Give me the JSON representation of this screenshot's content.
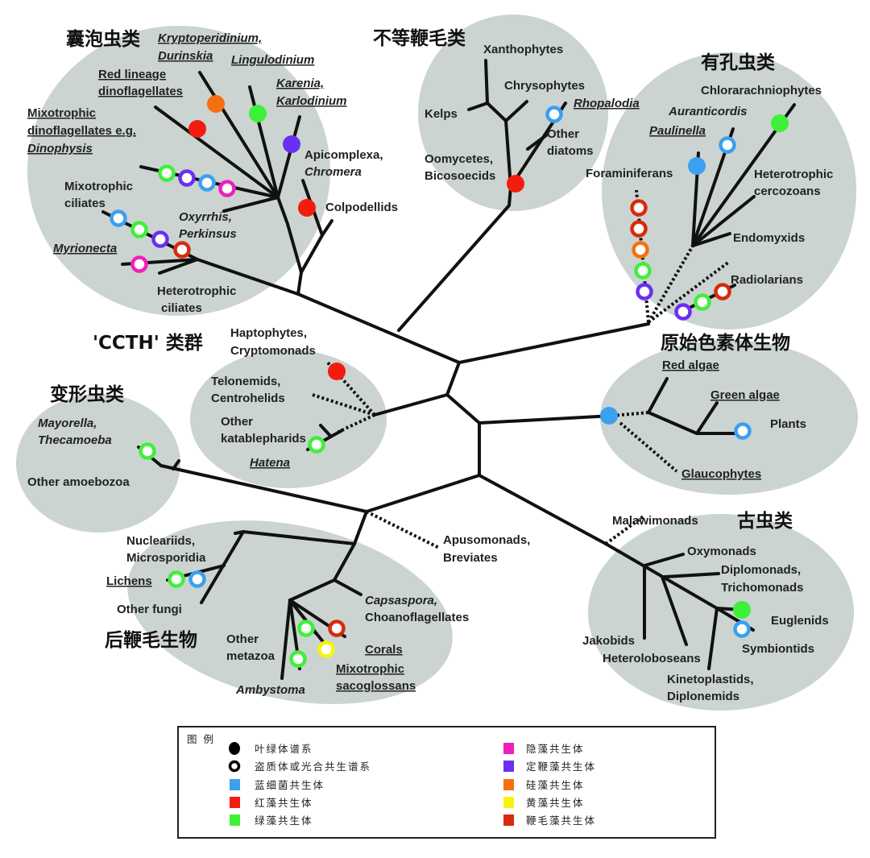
{
  "colors": {
    "cyanobacteria": "#3aa0ef",
    "red_algae": "#f41b10",
    "green_algae": "#3ff03a",
    "cryptophyte": "#f01fbe",
    "dinoflagellate": "#6a2ff0",
    "diatom": "#f56f10",
    "yellow": "#f5f510",
    "flagellate": "#d82a0c",
    "group_fill": "#cbd4d0"
  },
  "groups": {
    "alveolates": {
      "title": "囊泡虫类",
      "labels": [
        "Kryptoperidinium,",
        "Durinskia",
        "Lingulodinium",
        "Red lineage",
        "dinoflagellates",
        "Mixotrophic",
        "dinoflagellates e.g.",
        "Dinophysis",
        "Karenia,",
        "Karlodinium",
        "Apicomplexa,",
        "Chromera",
        "Colpodellids",
        "Mixotrophic",
        "ciliates",
        "Oxyrrhis,",
        "Perkinsus",
        "Myrionecta",
        "Heterotrophic",
        "ciliates"
      ]
    },
    "stramenopiles": {
      "title": "不等鞭毛类",
      "labels": [
        "Xanthophytes",
        "Chrysophytes",
        "Rhopalodia",
        "Kelps",
        "Other",
        "diatoms",
        "Oomycetes,",
        "Bicosoecids"
      ]
    },
    "rhizaria": {
      "title": "有孔虫类",
      "labels": [
        "Chlorarachniophytes",
        "Auranticordis",
        "Paulinella",
        "Foraminiferans",
        "Heterotrophic",
        "cercozoans",
        "Endomyxids",
        "Radiolarians"
      ]
    },
    "ccth": {
      "title": "'CCTH' 类群",
      "labels": [
        "Haptophytes,",
        "Cryptomonads",
        "Telonemids,",
        "Centrohelids",
        "Other",
        "katablepharids",
        "Hatena"
      ]
    },
    "amoebozoa": {
      "title": "变形虫类",
      "labels": [
        "Mayorella,",
        "Thecamoeba",
        "Other amoebozoa"
      ]
    },
    "archaeplastida": {
      "title": "原始色素体生物",
      "labels": [
        "Red algae",
        "Green algae",
        "Plants",
        "Glaucophytes"
      ]
    },
    "excavates": {
      "title": "古虫类",
      "labels": [
        "Malawimonads",
        "Oxymonads",
        "Diplomonads,",
        "Trichomonads",
        "Euglenids",
        "Symbiontids",
        "Jakobids",
        "Heteroloboseans",
        "Kinetoplastids,",
        "Diplonemids"
      ]
    },
    "opisthokonts": {
      "title": "后鞭毛生物",
      "labels": [
        "Nucleariids,",
        "Microsporidia",
        "Lichens",
        "Other fungi",
        "Capsaspora,",
        "Choanoflagellates",
        "Other",
        "metazoa",
        "Corals",
        "Mixotrophic",
        "sacoglossans",
        "Ambystoma"
      ]
    },
    "apusomonads": {
      "labels": [
        "Apusomonads,",
        "Breviates"
      ]
    }
  },
  "legend": {
    "title": "图 例",
    "items": [
      {
        "label": "叶绿体谱系",
        "symbol": "filled-circle",
        "color": "#000000"
      },
      {
        "label": "盗质体或光合共生谱系",
        "symbol": "ring",
        "color": "#000000"
      },
      {
        "label": "蓝细菌共生体",
        "symbol": "square",
        "color": "#3aa0ef"
      },
      {
        "label": "红藻共生体",
        "symbol": "square",
        "color": "#f41b10"
      },
      {
        "label": "绿藻共生体",
        "symbol": "square",
        "color": "#3ff03a"
      },
      {
        "label": "隐藻共生体",
        "symbol": "square",
        "color": "#f01fbe"
      },
      {
        "label": "定鞭藻共生体",
        "symbol": "square",
        "color": "#6a2ff0"
      },
      {
        "label": "硅藻共生体",
        "symbol": "square",
        "color": "#f56f10"
      },
      {
        "label": "黄藻共生体",
        "symbol": "square",
        "color": "#f5f510"
      },
      {
        "label": "鞭毛藻共生体",
        "symbol": "square",
        "color": "#d82a0c"
      }
    ]
  }
}
